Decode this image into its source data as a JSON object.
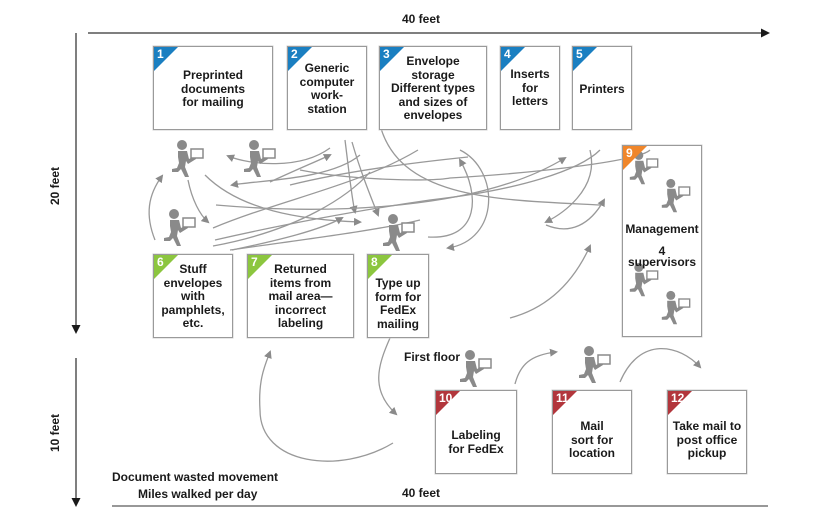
{
  "dimensions": {
    "top_width": "40 feet",
    "bottom_width": "40 feet",
    "upper_height": "20 feet",
    "lower_height": "10 feet"
  },
  "colors": {
    "blue": "#1a7fc1",
    "green": "#8cc63f",
    "orange": "#f0862a",
    "red": "#b2363c",
    "arrow": "#8a8a8a",
    "figure": "#8a8a8a"
  },
  "stations": [
    {
      "number": "1",
      "label": "Preprinted\ndocuments\nfor mailing",
      "group": "blue"
    },
    {
      "number": "2",
      "label": "Generic\ncomputer\nwork-\nstation",
      "group": "blue"
    },
    {
      "number": "3",
      "label": "Envelope\nstorage\nDifferent types\nand sizes of\nenvelopes",
      "group": "blue"
    },
    {
      "number": "4",
      "label": "Inserts\nfor\nletters",
      "group": "blue"
    },
    {
      "number": "5",
      "label": "Printers",
      "group": "blue"
    },
    {
      "number": "6",
      "label": "Stuff\nenvelopes\nwith\npamphlets,\netc.",
      "group": "green"
    },
    {
      "number": "7",
      "label": "Returned\nitems from\nmail area—\nincorrect\nlabeling",
      "group": "green"
    },
    {
      "number": "8",
      "label": "Type up\nform for\nFedEx\nmailing",
      "group": "green"
    },
    {
      "number": "9",
      "label": "Management\n\n4 supervisors",
      "group": "orange"
    },
    {
      "number": "10",
      "label": "Labeling\nfor FedEx",
      "group": "red"
    },
    {
      "number": "11",
      "label": "Mail\nsort for\nlocation",
      "group": "red"
    },
    {
      "number": "12",
      "label": "Take mail to\npost office\npickup",
      "group": "red"
    }
  ],
  "floor_label": "First floor",
  "notes": {
    "line1": "Document wasted movement",
    "line2": "Miles walked per day"
  },
  "icons": {
    "worker": "walking-worker-with-document-icon"
  }
}
